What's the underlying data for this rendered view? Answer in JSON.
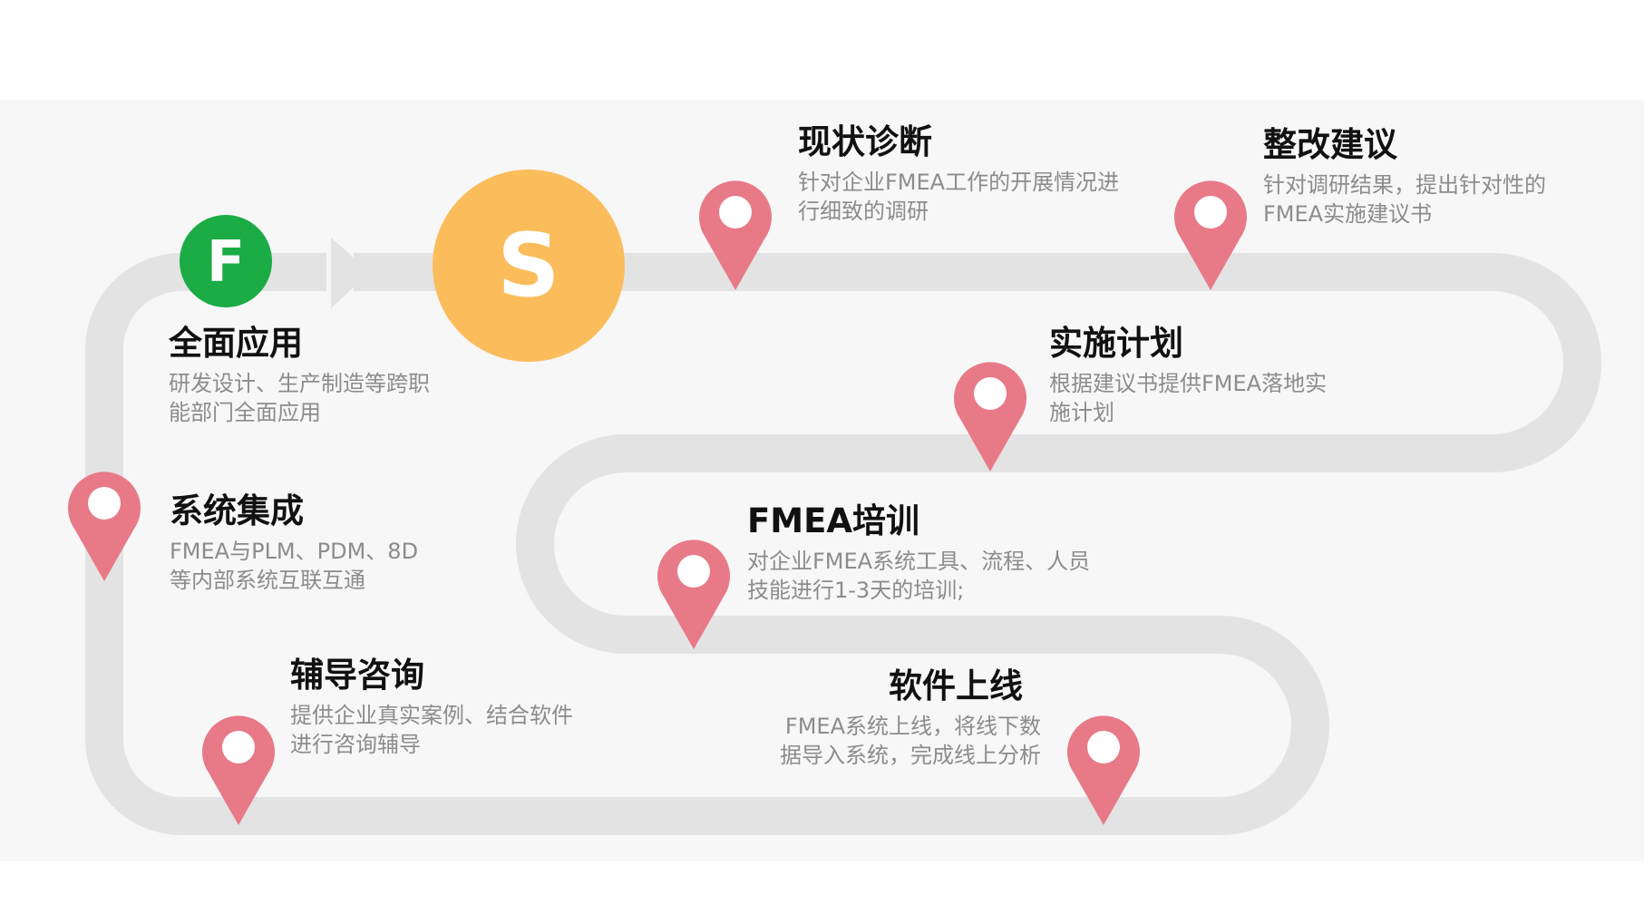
{
  "badges": {
    "start": "F",
    "end": "S"
  },
  "steps": [
    {
      "id": "diagnosis",
      "title": "现状诊断",
      "desc_lines": [
        "针对企业FMEA工作的开展情况进",
        "行细致的调研"
      ]
    },
    {
      "id": "suggestion",
      "title": "整改建议",
      "desc_lines": [
        "针对调研结果，提出针对性的",
        "FMEA实施建议书"
      ]
    },
    {
      "id": "plan",
      "title": "实施计划",
      "desc_lines": [
        "根据建议书提供FMEA落地实",
        "施计划"
      ]
    },
    {
      "id": "training",
      "title": "FMEA培训",
      "desc_lines": [
        "对企业FMEA系统工具、流程、人员",
        "技能进行1-3天的培训;"
      ]
    },
    {
      "id": "launch",
      "title": "软件上线",
      "desc_lines": [
        "FMEA系统上线，将线下数",
        "据导入系统，完成线上分析"
      ]
    },
    {
      "id": "consulting",
      "title": "辅导咨询",
      "desc_lines": [
        "提供企业真实案例、结合软件",
        "进行咨询辅导"
      ]
    },
    {
      "id": "integration",
      "title": "系统集成",
      "desc_lines": [
        "FMEA与PLM、PDM、8D",
        "等内部系统互联互通"
      ]
    },
    {
      "id": "application",
      "title": "全面应用",
      "desc_lines": [
        "研发设计、生产制造等跨职",
        "能部门全面应用"
      ]
    }
  ],
  "colors": {
    "road": "#e3e3e3",
    "pin": "#e87a88",
    "badge_f": "#1bac45",
    "badge_s": "#fbbd5c"
  }
}
